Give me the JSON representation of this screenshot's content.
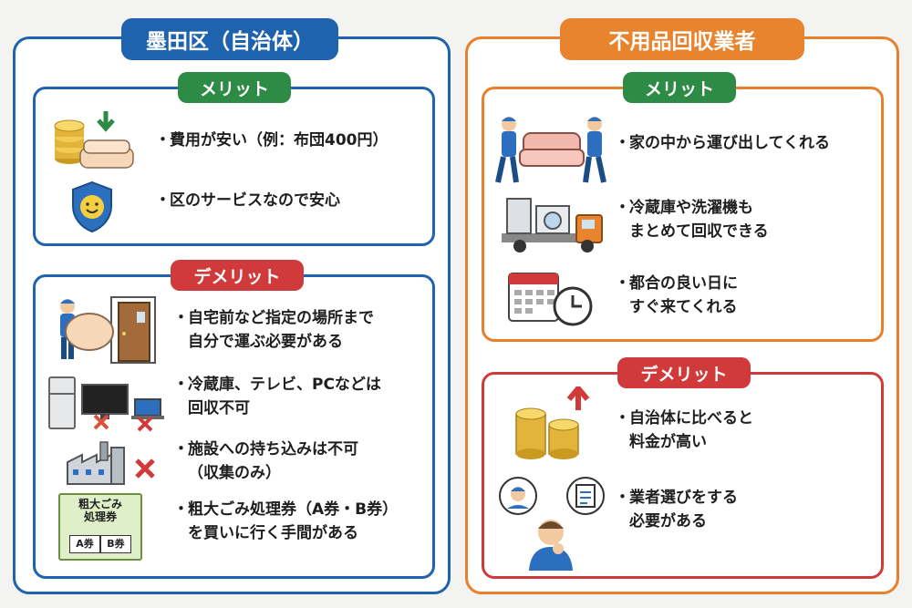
{
  "left": {
    "title": "墨田区（自治体）",
    "merit": {
      "label": "メリット",
      "items": [
        "費用が安い（例：布団400円）",
        "区のサービスなので安心"
      ]
    },
    "demerit": {
      "label": "デメリット",
      "items": [
        "自宅前など指定の場所まで\n自分で運ぶ必要がある",
        "冷蔵庫、テレビ、PCなどは\n回収不可",
        "施設への持ち込みは不可\n（収集のみ）",
        "粗大ごみ処理券（A券・B券）\nを買いに行く手間がある"
      ],
      "ticket": {
        "title": "粗大ごみ\n処理券",
        "a": "A券",
        "b": "B券"
      }
    }
  },
  "right": {
    "title": "不用品回収業者",
    "merit": {
      "label": "メリット",
      "items": [
        "家の中から運び出してくれる",
        "冷蔵庫や洗濯機も\nまとめて回収できる",
        "都合の良い日に\nすぐ来てくれる"
      ]
    },
    "demerit": {
      "label": "デメリット",
      "items": [
        "自治体に比べると\n料金が高い",
        "業者選びをする\n必要がある"
      ]
    }
  },
  "colors": {
    "blue": "#1f62ad",
    "orange": "#e87f2b",
    "green": "#2e8b45",
    "red": "#d13a3a"
  },
  "icons": [
    "coins-futon-icon",
    "shield-smile-icon",
    "person-carrying-futon-icon",
    "no-appliances-icon",
    "no-facility-icon",
    "movers-sofa-icon",
    "truck-appliances-icon",
    "calendar-clock-icon",
    "coins-up-icon",
    "thinking-person-icon"
  ]
}
